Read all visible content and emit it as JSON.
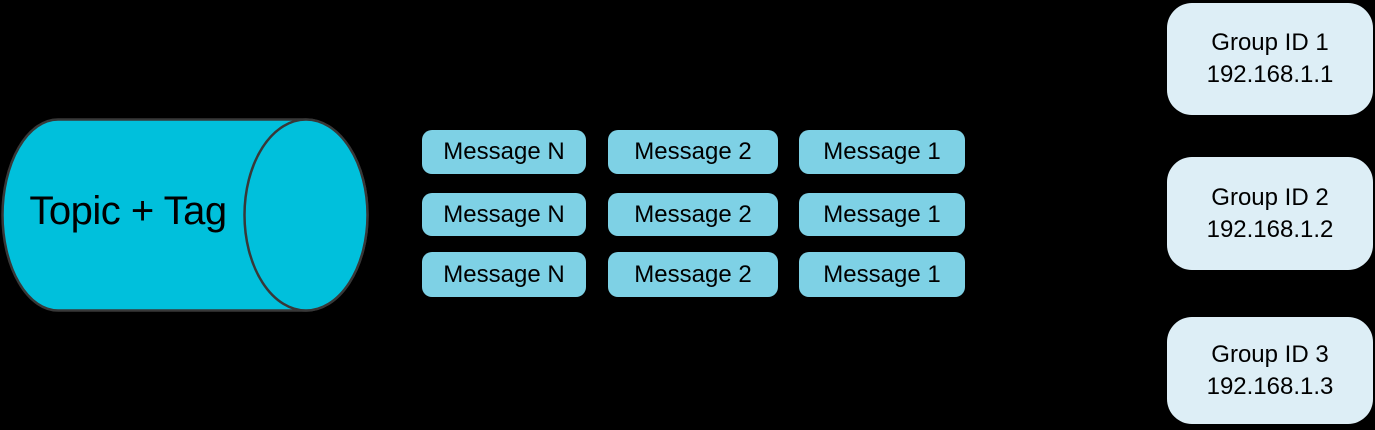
{
  "colors": {
    "background": "#000000",
    "topic_fill": "#00c0dc",
    "topic_stroke": "#383838",
    "message_fill": "#7ed1e5",
    "group_fill": "#ddeef6",
    "text": "#000000"
  },
  "topic": {
    "label": "Topic + Tag"
  },
  "messages": {
    "rows": [
      [
        "Message N",
        "Message 2",
        "Message 1"
      ],
      [
        "Message N",
        "Message 2",
        "Message 1"
      ],
      [
        "Message N",
        "Message 2",
        "Message 1"
      ]
    ]
  },
  "groups": {
    "items": [
      {
        "name": "Group ID 1",
        "ip": "192.168.1.1"
      },
      {
        "name": "Group ID 2",
        "ip": "192.168.1.2"
      },
      {
        "name": "Group ID 3",
        "ip": "192.168.1.3"
      }
    ]
  }
}
